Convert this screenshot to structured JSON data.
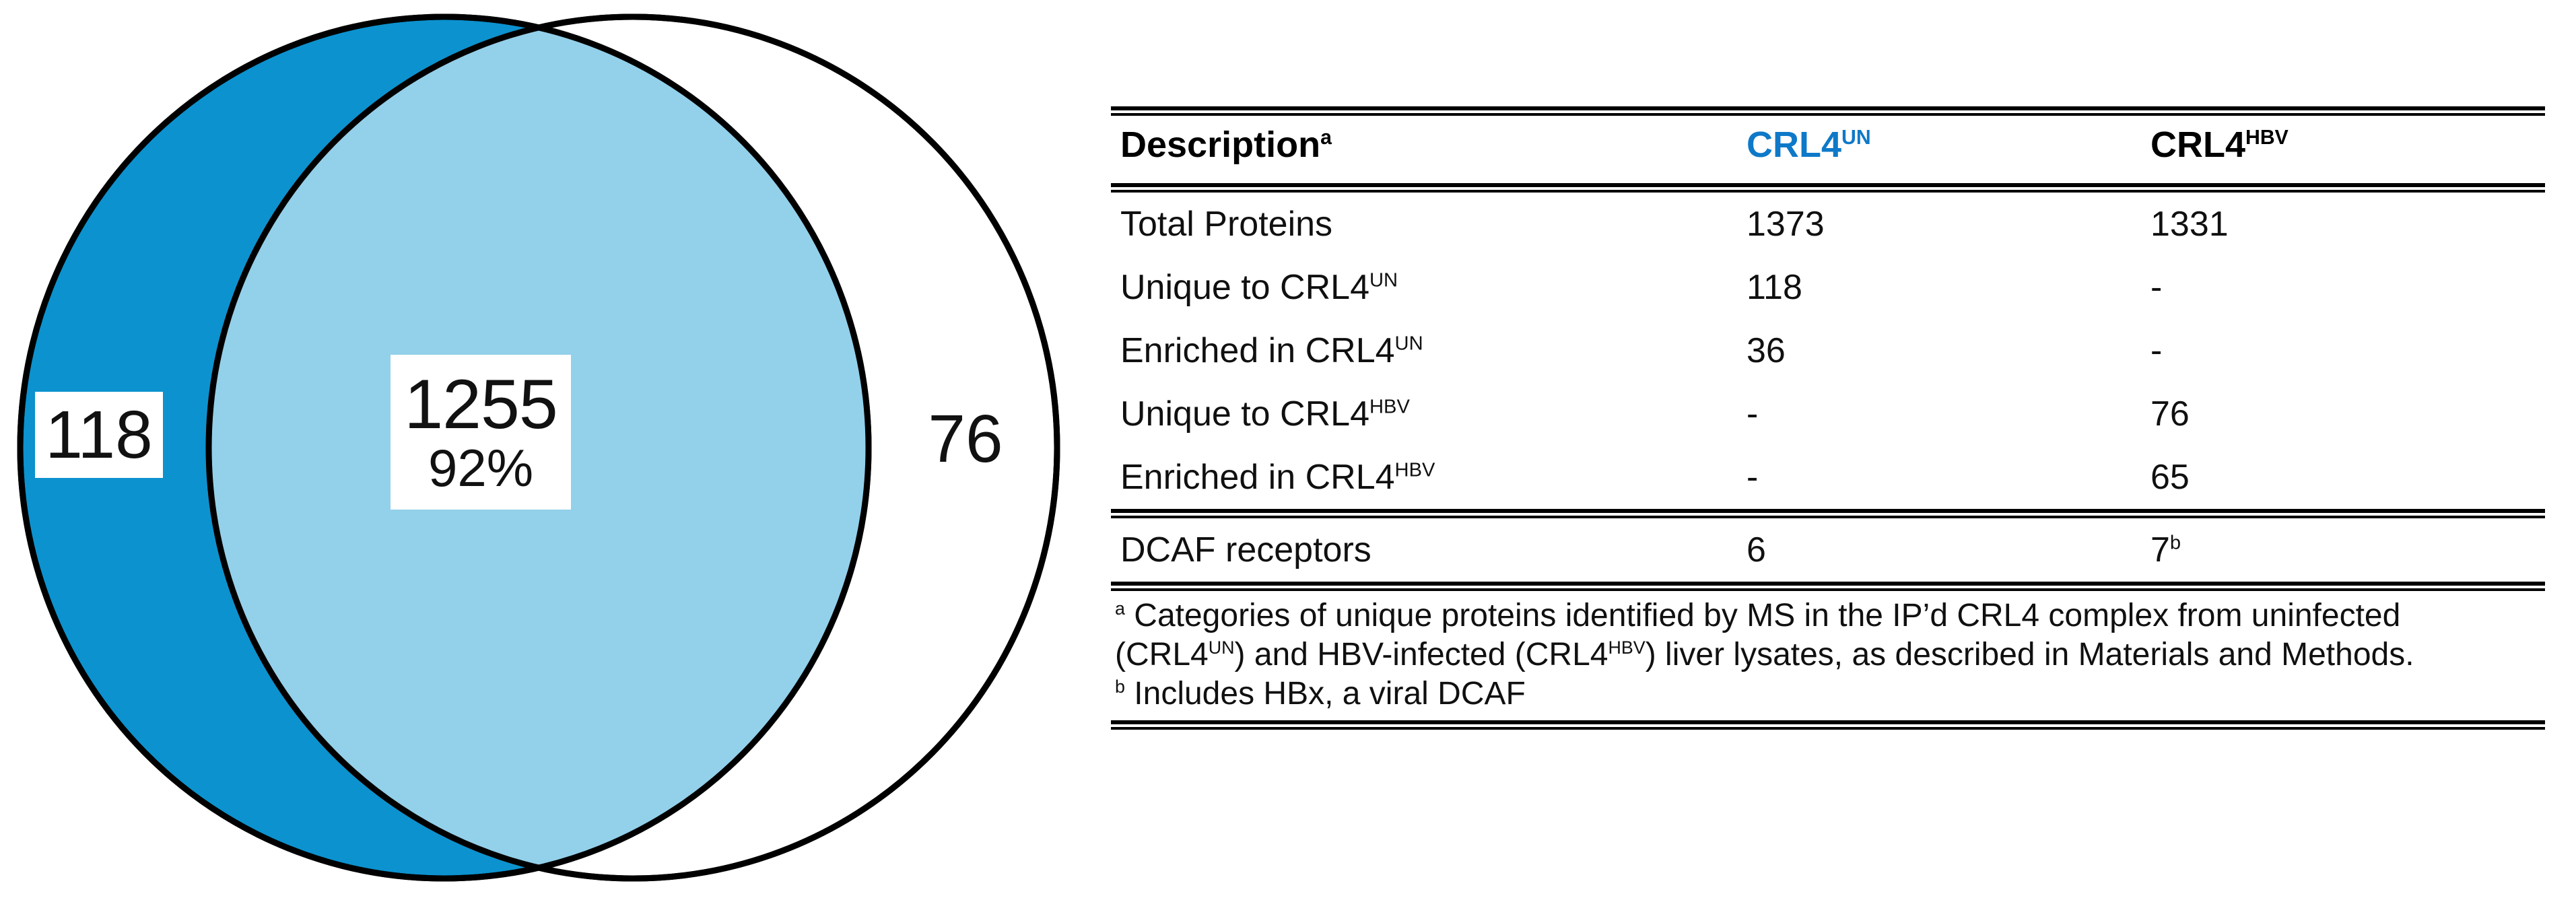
{
  "figure": {
    "venn": {
      "left_only_count": "118",
      "intersection_count": "1255",
      "intersection_percent": "92%",
      "right_only_count": "76",
      "left_circle_color": "#0C92CF",
      "intersection_color": "#93D0EA",
      "right_circle_color": "#FFFFFF",
      "outline_color": "#000000",
      "intersection_outline_color": "#8A8A8A"
    },
    "table": {
      "accent_color": "#0E79C8",
      "headers": {
        "description": "Description",
        "description_sup": "a",
        "col_un_base": "CRL4",
        "col_un_sup": "UN",
        "col_hbv_base": "CRL4",
        "col_hbv_sup": "HBV"
      },
      "rows": [
        {
          "label_base": "Total Proteins",
          "label_sup": "",
          "un": "1373",
          "un_sup": "",
          "hbv": "1331",
          "hbv_sup": ""
        },
        {
          "label_base": "Unique to CRL4",
          "label_sup": "UN",
          "un": "118",
          "un_sup": "",
          "hbv": "-",
          "hbv_sup": ""
        },
        {
          "label_base": "Enriched in CRL4",
          "label_sup": "UN",
          "un": "36",
          "un_sup": "",
          "hbv": "-",
          "hbv_sup": ""
        },
        {
          "label_base": "Unique to CRL4",
          "label_sup": "HBV",
          "un": "-",
          "un_sup": "",
          "hbv": "76",
          "hbv_sup": ""
        },
        {
          "label_base": "Enriched in CRL4",
          "label_sup": "HBV",
          "un": "-",
          "un_sup": "",
          "hbv": "65",
          "hbv_sup": ""
        }
      ],
      "summary_row": {
        "label_base": "DCAF receptors",
        "label_sup": "",
        "un": "6",
        "un_sup": "",
        "hbv": "7",
        "hbv_sup": "b"
      },
      "footnotes": {
        "a_marker": "a",
        "a_part1": " Categories of unique proteins identified by MS in the IP’d CRL4 complex from uninfected (CRL4",
        "a_sup1": "UN",
        "a_part2": ") and HBV-infected (CRL4",
        "a_sup2": "HBV",
        "a_part3": ") liver lysates, as described in Materials and Methods.",
        "b_marker": "b",
        "b_text": " Includes HBx, a viral DCAF"
      }
    }
  },
  "chart_data": {
    "type": "venn",
    "title": "",
    "sets": [
      {
        "name": "CRL4UN",
        "total": 1373,
        "unique": 118,
        "color": "#0C92CF"
      },
      {
        "name": "CRL4HBV",
        "total": 1331,
        "unique": 76,
        "color": "#FFFFFF"
      }
    ],
    "intersection": {
      "count": 1255,
      "percent": 92,
      "color": "#93D0EA"
    },
    "labels": [
      "118",
      "1255",
      "92%",
      "76"
    ],
    "table": {
      "columns": [
        "Description",
        "CRL4UN",
        "CRL4HBV"
      ],
      "rows": [
        [
          "Total Proteins",
          "1373",
          "1331"
        ],
        [
          "Unique to CRL4UN",
          "118",
          "-"
        ],
        [
          "Enriched in CRL4UN",
          "36",
          "-"
        ],
        [
          "Unique to CRL4HBV",
          "-",
          "76"
        ],
        [
          "Enriched in CRL4HBV",
          "-",
          "65"
        ],
        [
          "DCAF receptors",
          "6",
          "7b"
        ]
      ]
    }
  }
}
